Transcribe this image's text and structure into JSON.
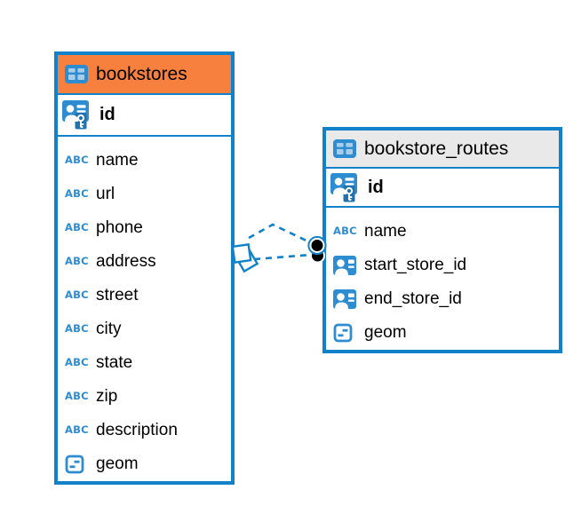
{
  "colors": {
    "canvas_bg": "#ffffff",
    "table_border": "#1181c9",
    "icon_blue": "#2e8cd0",
    "icon_blue_dark": "#2273ad",
    "icon_cell": "#a9cde9",
    "header_left": "#f7803f",
    "header_right": "#e9e9e9",
    "text": "#000000",
    "relation": "#1181c9"
  },
  "icons": {
    "text_type_label": "ABC"
  },
  "diagram": {
    "tables": {
      "bookstores": {
        "title": "bookstores",
        "primary_key": "id",
        "columns": [
          {
            "name": "name",
            "type": "text"
          },
          {
            "name": "url",
            "type": "text"
          },
          {
            "name": "phone",
            "type": "text"
          },
          {
            "name": "address",
            "type": "text"
          },
          {
            "name": "street",
            "type": "text"
          },
          {
            "name": "city",
            "type": "text"
          },
          {
            "name": "state",
            "type": "text"
          },
          {
            "name": "zip",
            "type": "text"
          },
          {
            "name": "description",
            "type": "text"
          },
          {
            "name": "geom",
            "type": "geometry"
          }
        ]
      },
      "bookstore_routes": {
        "title": "bookstore_routes",
        "primary_key": "id",
        "columns": [
          {
            "name": "name",
            "type": "text"
          },
          {
            "name": "start_store_id",
            "type": "foreign-key"
          },
          {
            "name": "end_store_id",
            "type": "foreign-key"
          },
          {
            "name": "geom",
            "type": "geometry"
          }
        ]
      }
    },
    "relationships": [
      {
        "from_table": "bookstores",
        "to_table": "bookstore_routes",
        "style": "dashed"
      },
      {
        "from_table": "bookstores",
        "to_table": "bookstore_routes",
        "style": "dashed"
      }
    ]
  }
}
